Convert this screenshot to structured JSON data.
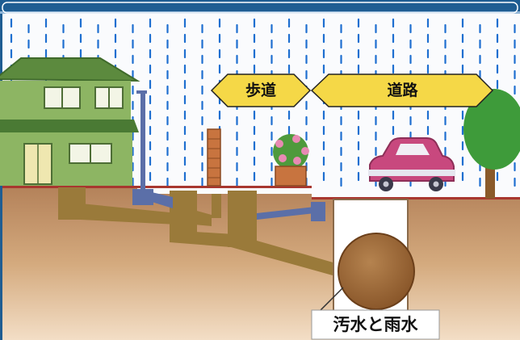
{
  "labels": {
    "sidewalk": "歩道",
    "road": "道路",
    "pipe": "汚水と雨水"
  },
  "colors": {
    "header": "#1f5d92",
    "sky": "#fafbfd",
    "rain": "#1e6fd0",
    "soil": "#b9895d",
    "ground_surface": "#a8372f",
    "house": "#7da45a",
    "roof": "#5c8a3e",
    "pipe_brown": "#9a7a3a",
    "pipe_blue": "#5b6fa8",
    "sewer_main": "#9c6a3e",
    "car": "#c8487e",
    "banner": "#f5d847",
    "tree": "#3e9b3a"
  }
}
